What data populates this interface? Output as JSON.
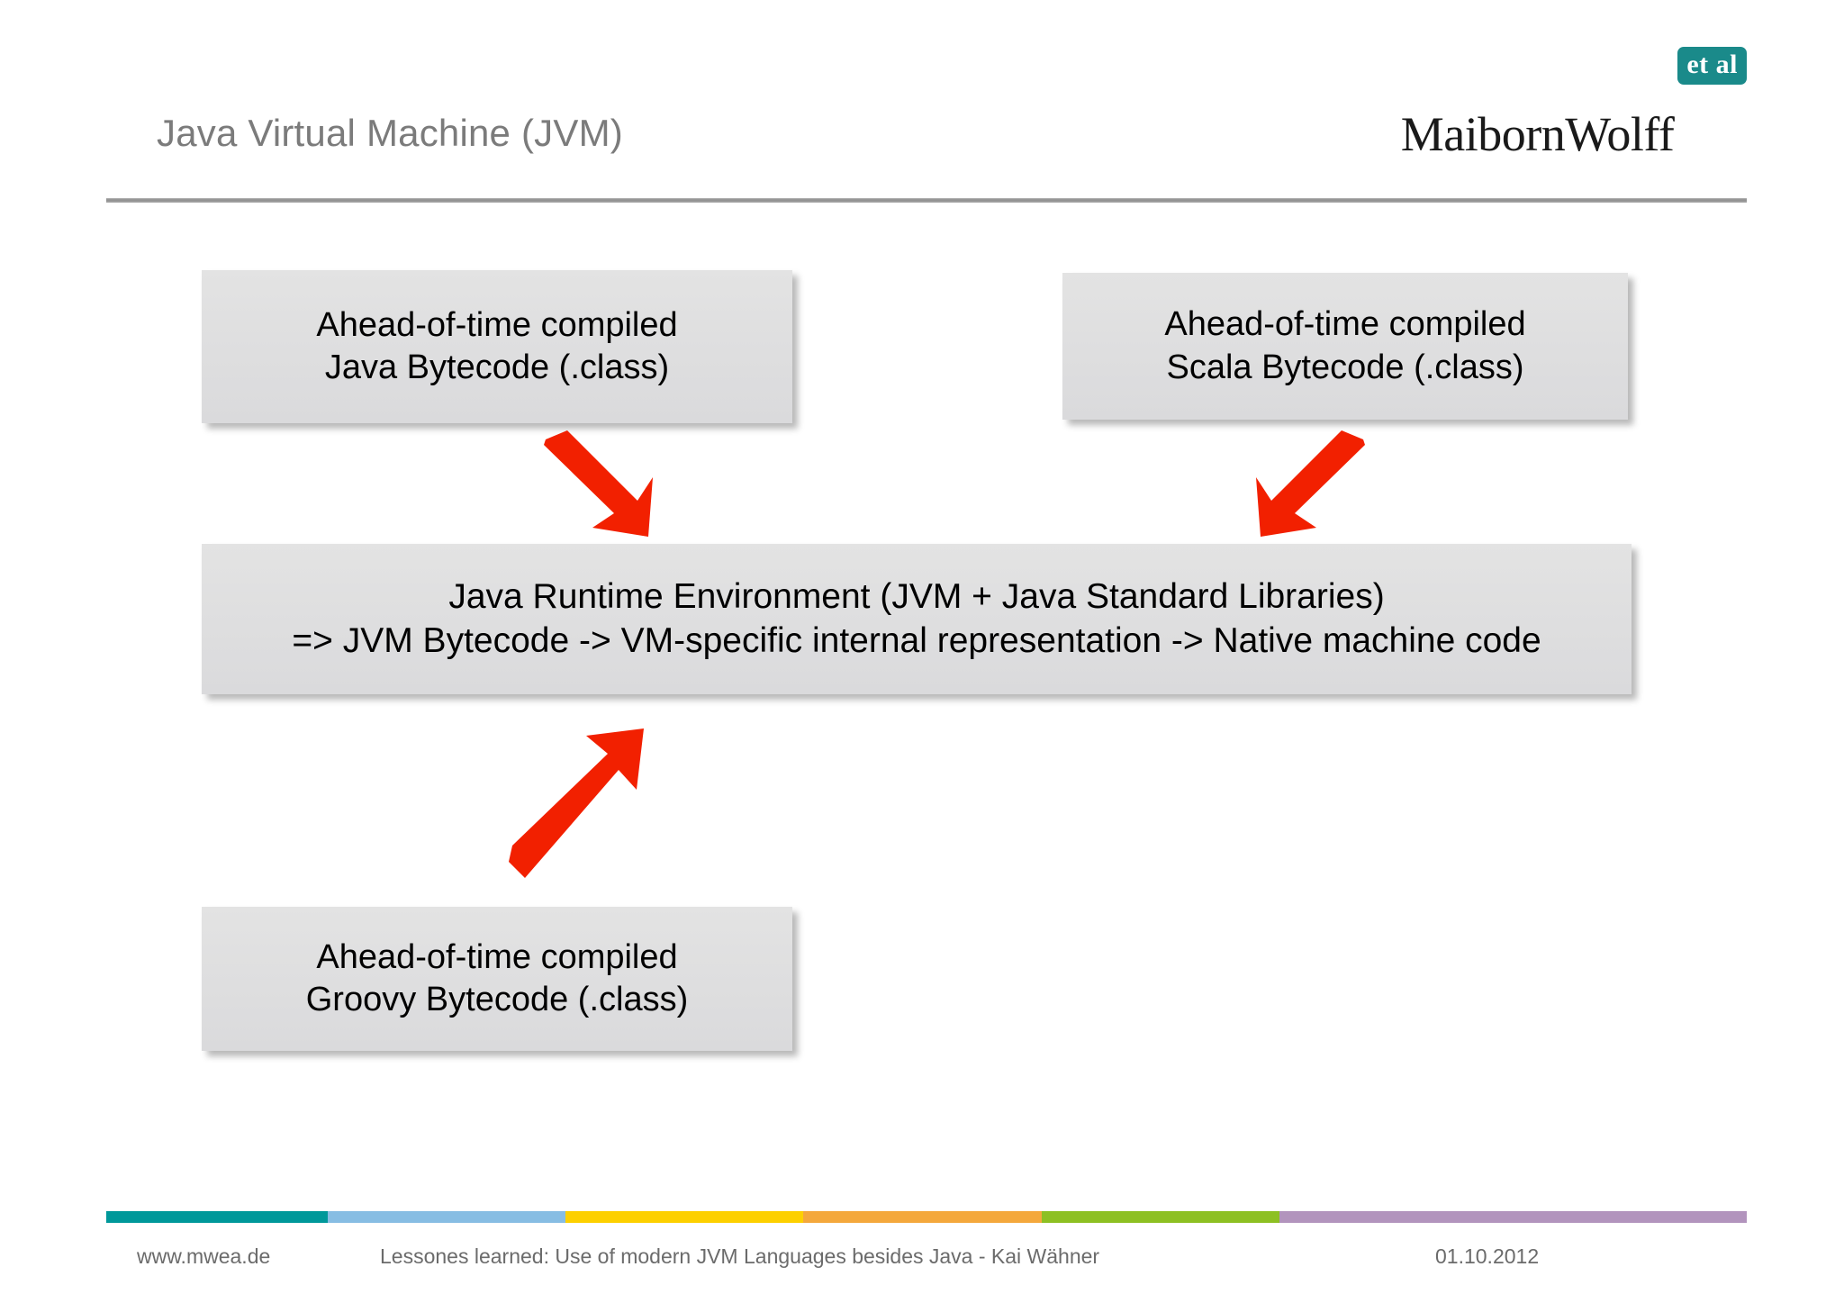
{
  "slide": {
    "title": "Java Virtual Machine (JVM)",
    "background": "#ffffff"
  },
  "logo": {
    "wordmark": "MaibornWolff",
    "badge": "et al",
    "badge_color": "#1a8a8a"
  },
  "boxes": {
    "java": {
      "line1": "Ahead-of-time compiled",
      "line2": "Java Bytecode (.class)"
    },
    "scala": {
      "line1": "Ahead-of-time compiled",
      "line2": "Scala Bytecode (.class)"
    },
    "jre": {
      "line1": "Java Runtime Environment (JVM + Java Standard Libraries)",
      "line2": "=> JVM Bytecode -> VM-specific internal representation -> Native machine code"
    },
    "groovy": {
      "line1": "Ahead-of-time compiled",
      "line2": "Groovy Bytecode (.class)"
    },
    "fill_color": "#dedede"
  },
  "arrows": {
    "color": "#f22000",
    "java_to_jre": "arrow-down-right",
    "scala_to_jre": "arrow-down-left",
    "groovy_to_jre": "arrow-up-right"
  },
  "footer": {
    "url": "www.mwea.de",
    "topic": "Lessones learned: Use of modern JVM Languages besides Java - Kai Wähner",
    "date": "01.10.2012",
    "colorbar": [
      {
        "name": "teal",
        "color": "#00989a",
        "width": 13.5
      },
      {
        "name": "light-blue",
        "color": "#87bde3",
        "width": 14.5
      },
      {
        "name": "yellow",
        "color": "#fdd000",
        "width": 14.5
      },
      {
        "name": "orange",
        "color": "#f4a83c",
        "width": 14.5
      },
      {
        "name": "green",
        "color": "#8dc023",
        "width": 14.5
      },
      {
        "name": "purple",
        "color": "#b294bd",
        "width": 28.5
      }
    ]
  }
}
